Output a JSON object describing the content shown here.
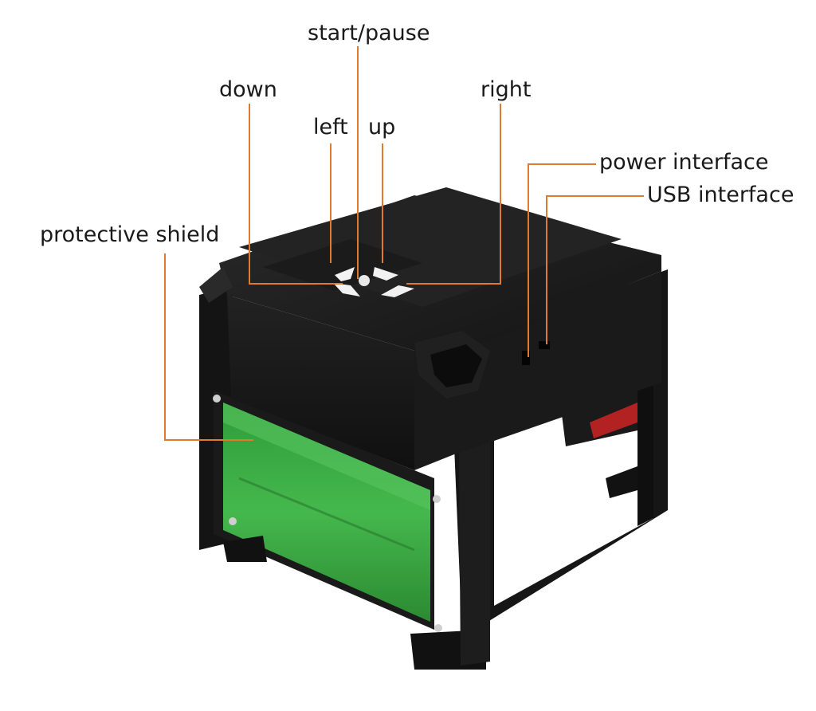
{
  "labels": {
    "start_pause": "start/pause",
    "down": "down",
    "left": "left",
    "up": "up",
    "right": "right",
    "power_interface": "power interface",
    "usb_interface": "USB interface",
    "protective_shield": "protective shield"
  },
  "colors": {
    "leader_line": "#e07a2e",
    "machine_body": "#1c1c1c",
    "machine_edge": "#2e2e2e",
    "shield": "#3cb043",
    "buttons": "#f2f2f2"
  },
  "icons": {
    "control_pad": "directional-pad-icon"
  }
}
